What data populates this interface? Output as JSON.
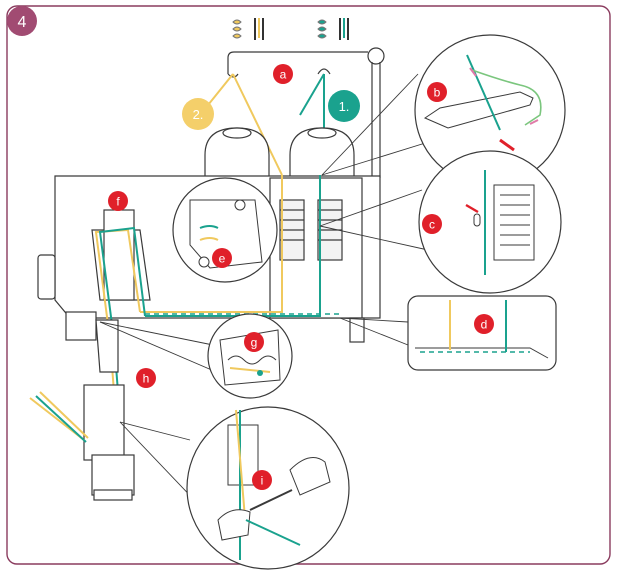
{
  "step": {
    "number": "4"
  },
  "labels": {
    "a": "a",
    "b": "b",
    "c": "c",
    "d": "d",
    "e": "e",
    "f": "f",
    "g": "g",
    "h": "h",
    "i": "i"
  },
  "spools": {
    "spool_1": "1.",
    "spool_2": "2."
  },
  "colors": {
    "frame": "#8a3b5e",
    "badge": "#a14b72",
    "callout": "#e0202a",
    "thread_1": "#1aa28e",
    "thread_2": "#f0c95e",
    "spool_1_badge": "#1aa28e",
    "spool_2_badge": "#f4cf6a",
    "line_art": "#3a3a3a",
    "arrow_pink": "#e07aa8"
  },
  "icons": [
    "needle-thread-icon-left",
    "needle-thread-icon-right",
    "pointer-arrow-icon"
  ]
}
